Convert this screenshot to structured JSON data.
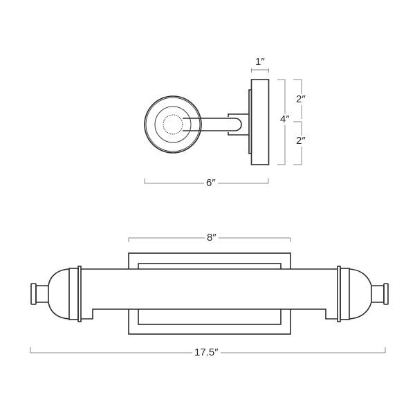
{
  "diagram": {
    "type": "product-dimension-drawing",
    "subject": "wall sconce / picture light",
    "colors": {
      "line": "#2b2b2b",
      "dimension_line": "#8a8a8a",
      "background": "#ffffff"
    }
  },
  "side_view": {
    "dimensions": {
      "depth_plate": "1″",
      "height_total": "4″",
      "height_upper": "2″",
      "height_lower": "2″",
      "projection": "6″"
    }
  },
  "front_view": {
    "dimensions": {
      "backplate_width": "8″",
      "overall_width": "17.5″"
    }
  }
}
